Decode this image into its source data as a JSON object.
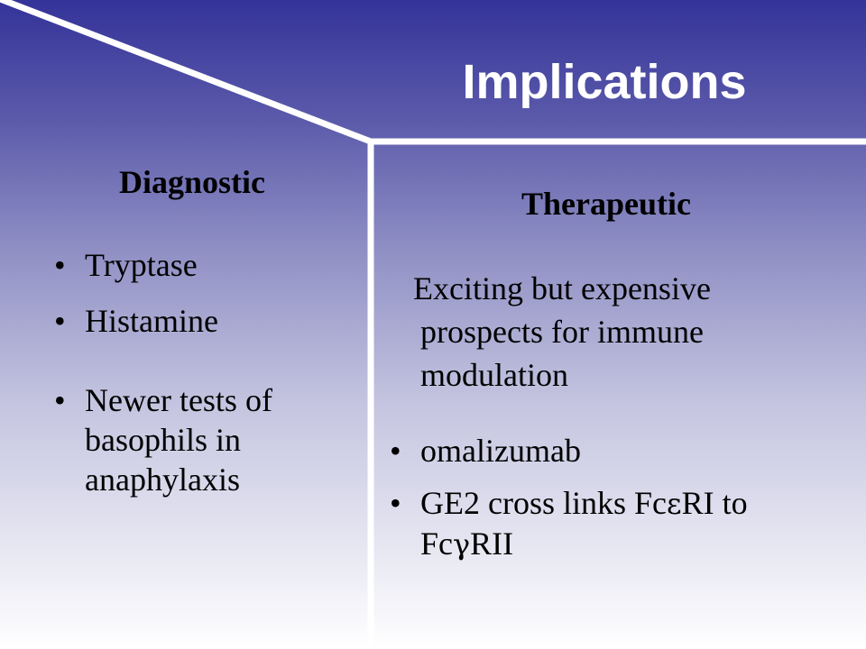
{
  "slide": {
    "title": "Implications",
    "diagnostic": {
      "heading": "Diagnostic",
      "items": [
        "Tryptase",
        "Histamine",
        "Newer tests of basophils in anaphylaxis"
      ]
    },
    "therapeutic": {
      "heading": "Therapeutic",
      "intro": "Exciting but expensive prospects for immune modulation",
      "items": [
        "omalizumab"
      ],
      "crosslink": {
        "prefix": "GE2 cross links Fc",
        "epsilon": "ε",
        "middle": "RI to Fc",
        "gamma": "γ",
        "suffix": "RII"
      }
    },
    "bullet_glyph": "•",
    "colors": {
      "background_top": "#343399",
      "background_bottom": "#ffffff",
      "divider": "#ffffff",
      "title": "#ffffff",
      "text": "#000000"
    }
  }
}
